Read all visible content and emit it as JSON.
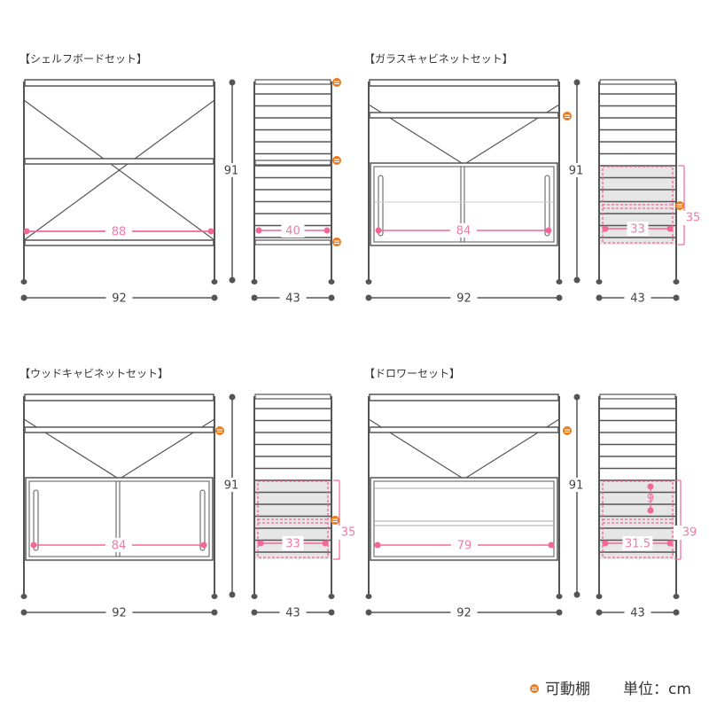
{
  "colors": {
    "frame": "#555555",
    "pink": "#f2669a",
    "orange": "#f07818",
    "fill": "#e6e6e6"
  },
  "panels": [
    {
      "id": "shelf",
      "title": "【シェルフボードセット】",
      "width": "92",
      "height": "91",
      "depth": "43",
      "inner_width": "88",
      "inner_depth": "40"
    },
    {
      "id": "glass",
      "title": "【ガラスキャビネットセット】",
      "width": "92",
      "height": "91",
      "depth": "43",
      "inner_width": "84",
      "inner_depth": "33",
      "cabinet_height": "35"
    },
    {
      "id": "wood",
      "title": "【ウッドキャビネットセット】",
      "width": "92",
      "height": "91",
      "depth": "43",
      "inner_width": "84",
      "inner_depth": "33",
      "cabinet_height": "35"
    },
    {
      "id": "drawer",
      "title": "【ドロワーセット】",
      "width": "92",
      "height": "91",
      "depth": "43",
      "inner_width": "79",
      "inner_depth": "31.5",
      "cabinet_height": "39",
      "drawer_height": "9"
    }
  ],
  "legend": {
    "icon": "adjustable-shelf-icon",
    "adjustable_label": "可動棚",
    "unit_label": "単位：cm"
  }
}
